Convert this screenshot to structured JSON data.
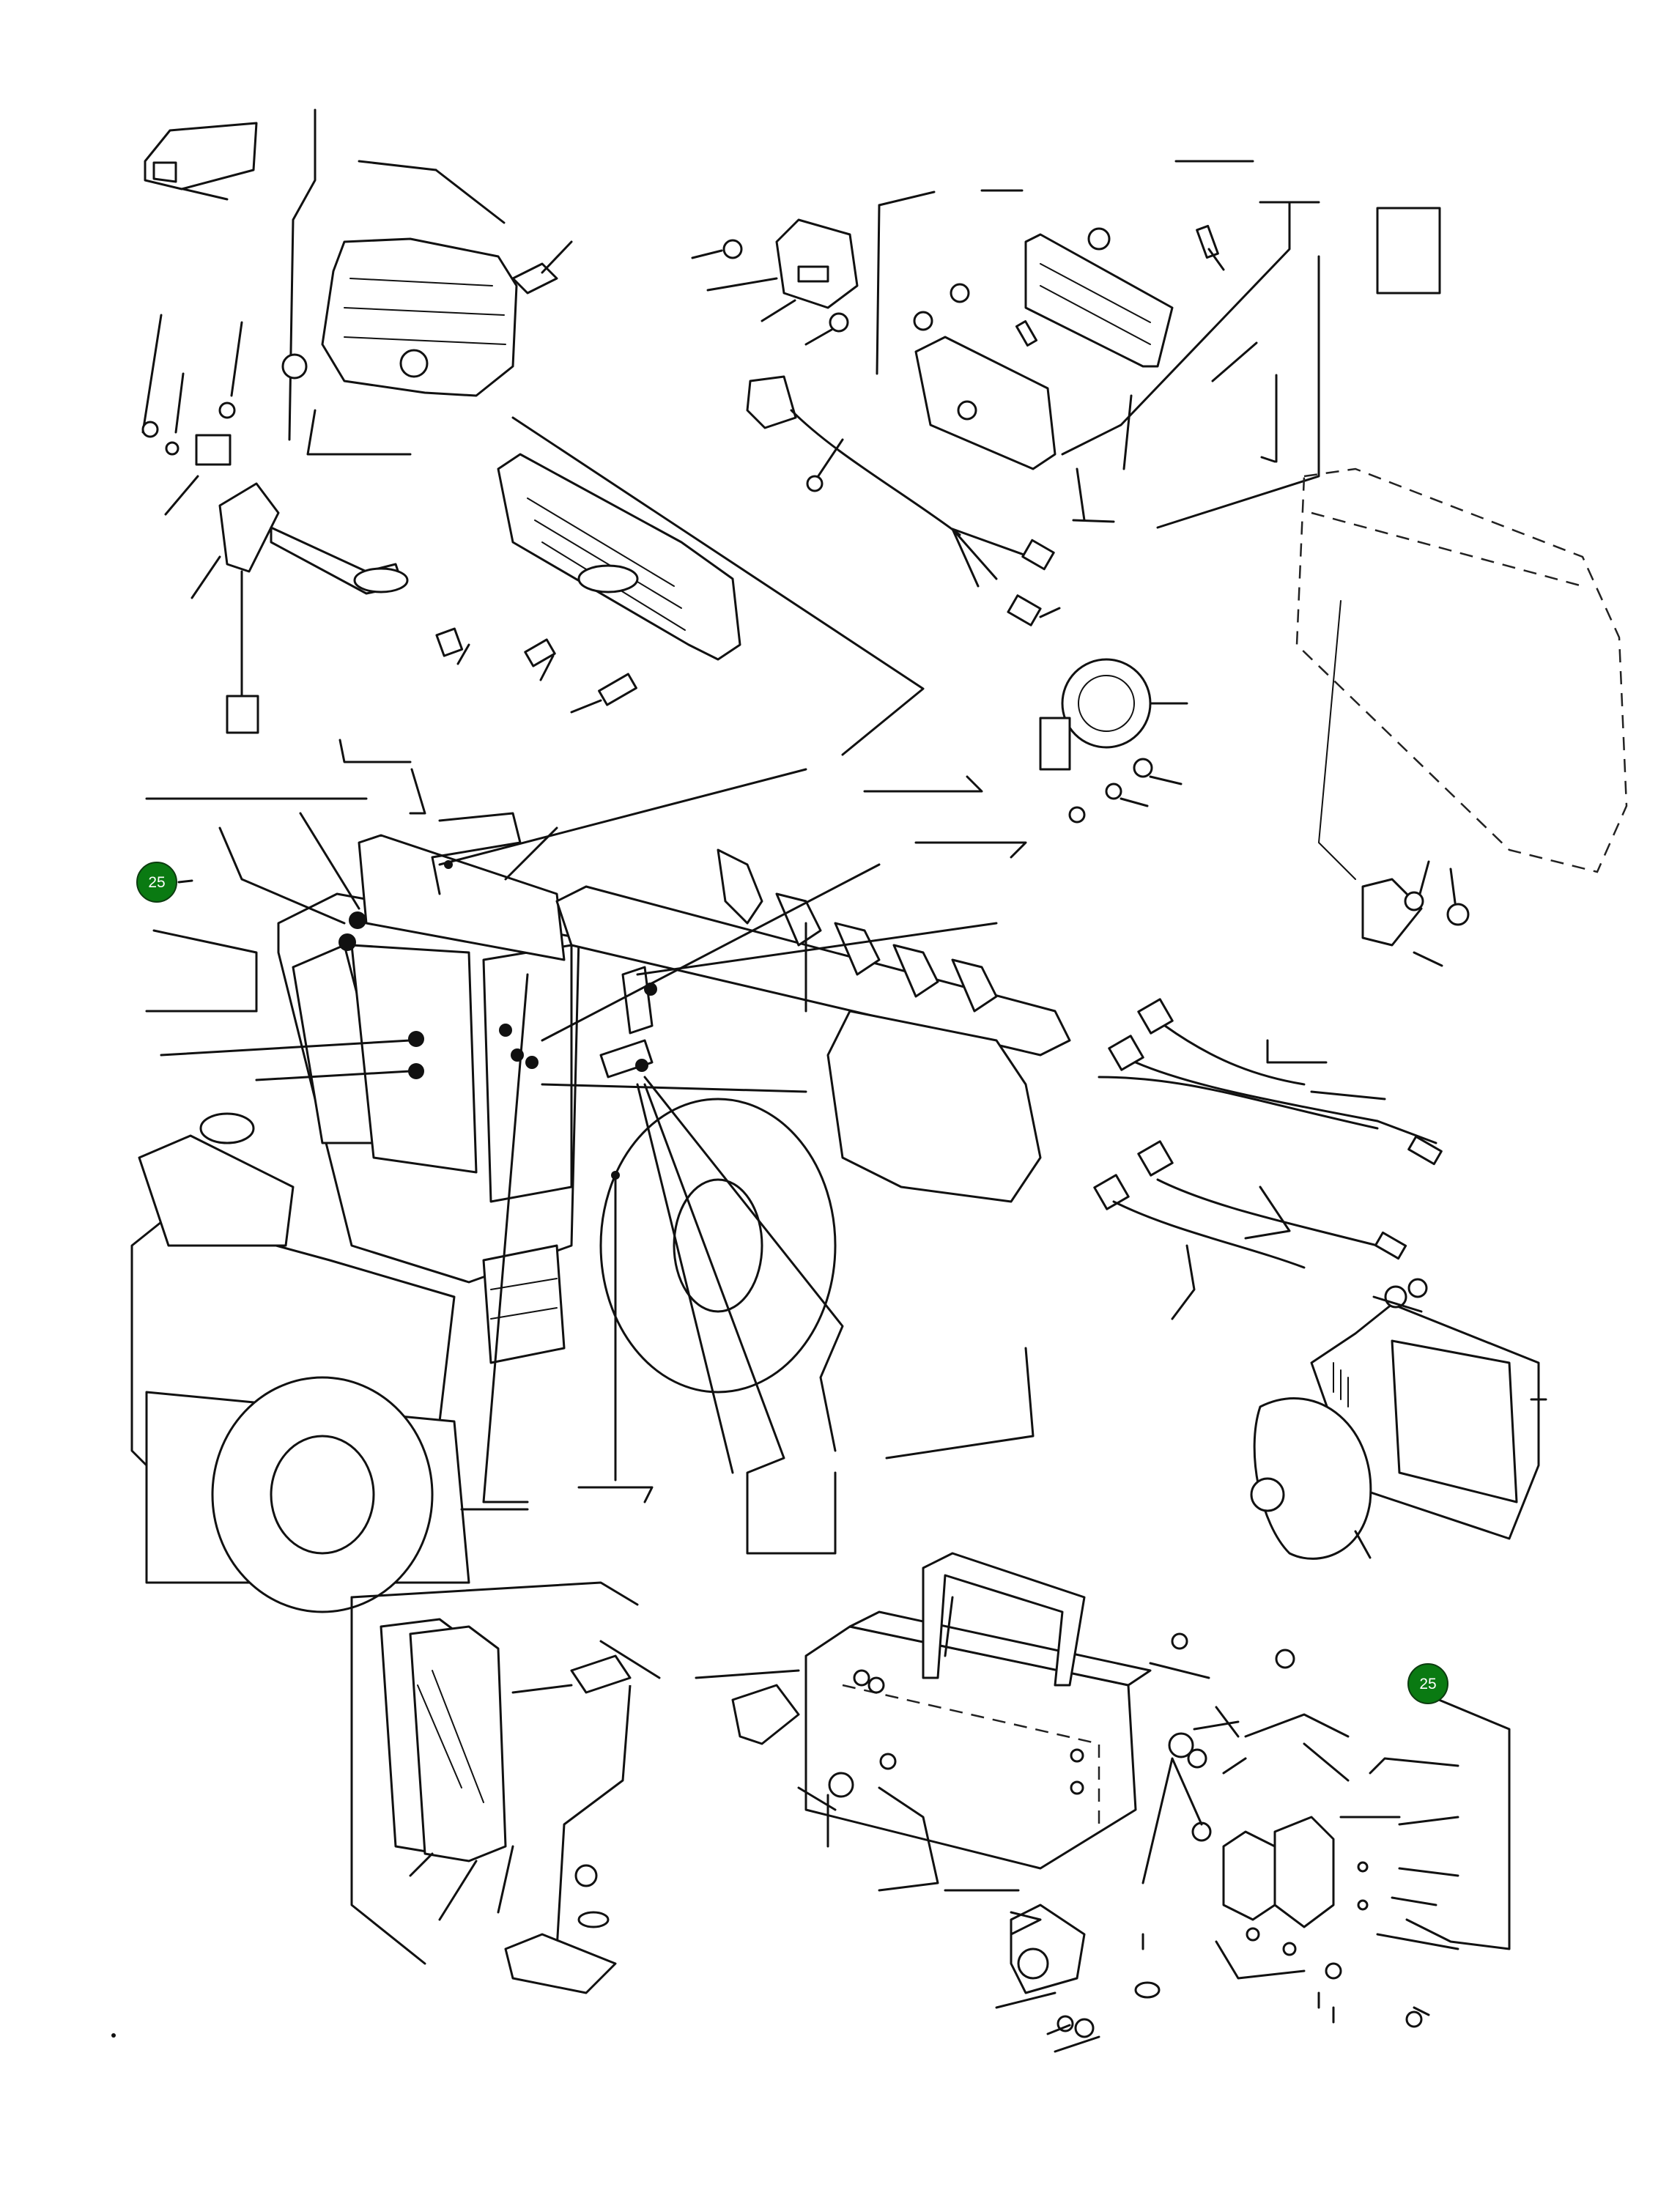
{
  "figure": {
    "type": "exploded parts diagram"
  },
  "callouts": [
    {
      "label": "25",
      "color": "#0a7a12"
    },
    {
      "label": "25",
      "color": "#0a7a12"
    }
  ],
  "icons": [
    "callout-marker",
    "leader-line"
  ]
}
